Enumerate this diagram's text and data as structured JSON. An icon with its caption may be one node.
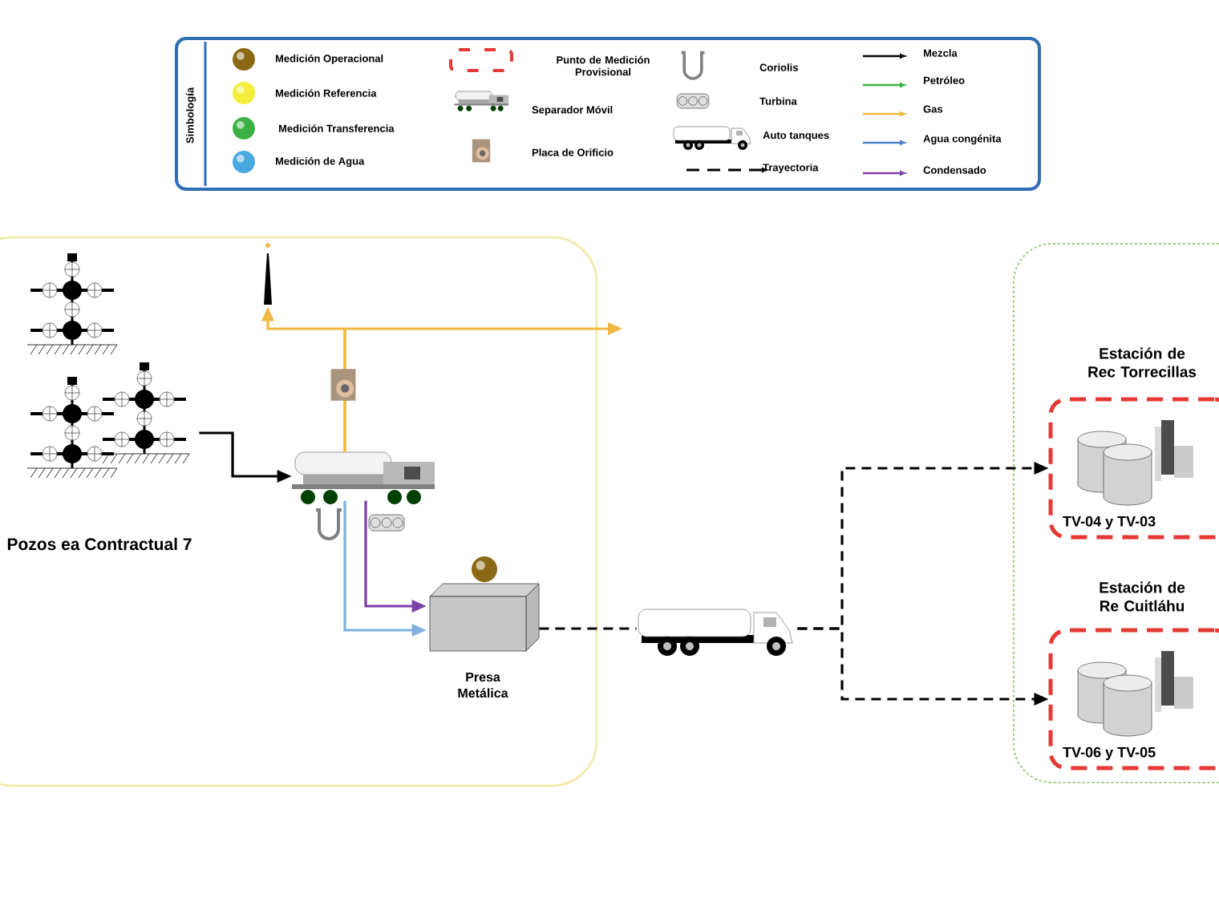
{
  "diagram": {
    "nodes": [
      {
        "text": [],
        "shape": "box"
      },
      {
        "text": [
          "Pozos ea Contractual 7"
        ],
        "in": 0
      },
      {
        "text": [],
        "shape": "picture",
        "in": 0
      },
      {
        "text": [],
        "shape": "picture",
        "in": 0
      },
      {
        "text": [
          "Presa Metálica"
        ],
        "in": 0
      },
      {
        "text": [],
        "shape": "picture"
      },
      {
        "text": [],
        "shape": "box"
      },
      {
        "text": [
          "Estación de Rec Torrecillas",
          "TV-04 y TV-03"
        ],
        "in": 6
      },
      {
        "text": [
          "Estación de Re Cuitláhu",
          "TV-06 y TV-05"
        ],
        "in": 6
      }
    ],
    "edges": [
      {
        "from": 1,
        "to": 3,
        "arrow": "to"
      },
      {
        "from": 3,
        "to": 2,
        "arrow": "to",
        "color": "#f0b840"
      },
      {
        "from": 3,
        "to": null,
        "arrow": "to",
        "color": "#f0b840"
      },
      {
        "from": 3,
        "to": 4,
        "arrow": "to",
        "color": "#7b3fa8"
      },
      {
        "from": 3,
        "to": 4,
        "arrow": "to",
        "color": "#7fb0e0"
      },
      {
        "from": 4,
        "to": 5,
        "arrow": "none",
        "style": "dashed"
      },
      {
        "from": 5,
        "to": 7,
        "arrow": "to",
        "style": "dashed"
      },
      {
        "from": 5,
        "to": 8,
        "arrow": "to",
        "style": "dashed"
      }
    ],
    "labels": [
      "Simbología"
    ],
    "legend": [
      {
        "text": "Medición Operacional",
        "color": "#8b6914"
      },
      {
        "text": "Medición Referencia",
        "color": "#f2ee3a"
      },
      {
        "text": "Medición Transferencia",
        "color": "#3cb043"
      },
      {
        "text": "Medición de Agua",
        "color": "#4aa8e0"
      },
      {
        "text": "Punto de Medición Provisional"
      },
      {
        "text": "Separador Móvil"
      },
      {
        "text": "Placa de Orificio"
      },
      {
        "text": "Coriolis"
      },
      {
        "text": "Turbina"
      },
      {
        "text": "Auto tanques"
      },
      {
        "text": "Trayectoria"
      },
      {
        "text": "Mezcla"
      },
      {
        "text": "Petróleo"
      },
      {
        "text": "Gas"
      },
      {
        "text": "Agua congénita"
      },
      {
        "text": "Condensado"
      }
    ]
  }
}
